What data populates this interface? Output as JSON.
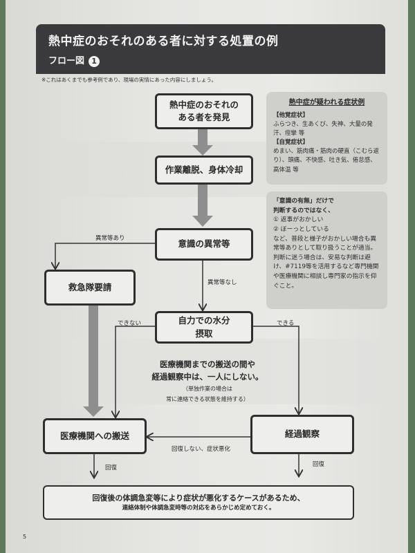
{
  "header": {
    "title": "熱中症のおそれのある者に対する処置の例",
    "subtitle": "フロー図",
    "number": "1"
  },
  "note": "※これはあくまでも参考例であり、現場の実情にあった内容にしましょう。",
  "flow": {
    "discover": "熱中症のおそれのある者を発見",
    "cool": "作業離脱、身体冷却",
    "consciousness": "意識の異常等",
    "ambulance": "救急隊要請",
    "hydrate": "自力での水分摂取",
    "transport": "医療機関への搬送",
    "observe": "経過観察"
  },
  "labels": {
    "abnormal_yes": "異常等あり",
    "abnormal_no": "異常等なし",
    "cannot": "できない",
    "can": "できる",
    "not_recovered": "回復しない、症状悪化",
    "recovered_left": "回復",
    "recovered_right": "回復"
  },
  "center_note": {
    "line1": "医療機関までの搬送の間や",
    "line2": "経過観察中は、一人にしない。",
    "sub1": "（単独作業の場合は",
    "sub2": "常に連絡できる状態を維持する）"
  },
  "symptoms": {
    "title": "熱中症が疑われる症状例",
    "other_head": "【他覚症状】",
    "other_text": "ふらつき、生あくび、失神、大量の発汗、痙攣 等",
    "self_head": "【自覚症状】",
    "self_text": "めまい、筋肉痛・筋肉の硬直（こむら返り）、頭痛、不快感、吐き気、倦怠感、高体温 等"
  },
  "judgement": {
    "lead1": "「意識の有無」だけで",
    "lead2": "判断するのではなく、",
    "item1": "① 返事がおかしい",
    "item2": "② ぼーっとしている",
    "body": "など、普段と様子がおかしい場合も異常等ありとして取り扱うことが適当。",
    "advice": "判断に迷う場合は、安易な判断は避け、#7119等を活用するなど専門機関や医療機関に相談し専門家の指示を仰ぐこと。"
  },
  "bottom": {
    "line1": "回復後の体調急変等により症状が悪化するケースがあるため、",
    "line2": "連絡体制や体調急変時等の対応をあらかじめ定めておく。"
  },
  "page_number": "5"
}
